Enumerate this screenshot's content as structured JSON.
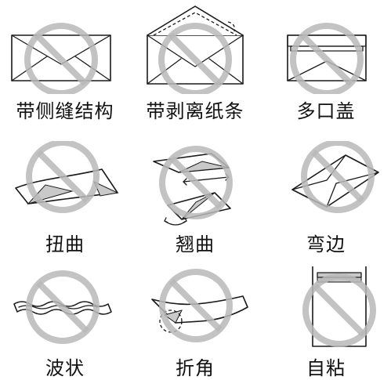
{
  "colors": {
    "prohibition": "#b9b9b9",
    "ink": "#1a1a1a"
  },
  "items": [
    {
      "label": "带侧缝结构",
      "icon": "side-seam-envelope-icon"
    },
    {
      "label": "带剥离纸条",
      "icon": "peel-strip-envelope-icon"
    },
    {
      "label": "多口盖",
      "icon": "multi-flap-envelope-icon"
    },
    {
      "label": "扭曲",
      "icon": "twisted-paper-icon"
    },
    {
      "label": "翘曲",
      "icon": "curled-paper-icon"
    },
    {
      "label": "弯边",
      "icon": "bent-edge-envelope-icon"
    },
    {
      "label": "波状",
      "icon": "wavy-paper-icon"
    },
    {
      "label": "折角",
      "icon": "folded-corner-paper-icon"
    },
    {
      "label": "自粘",
      "icon": "self-adhesive-envelope-icon"
    }
  ]
}
